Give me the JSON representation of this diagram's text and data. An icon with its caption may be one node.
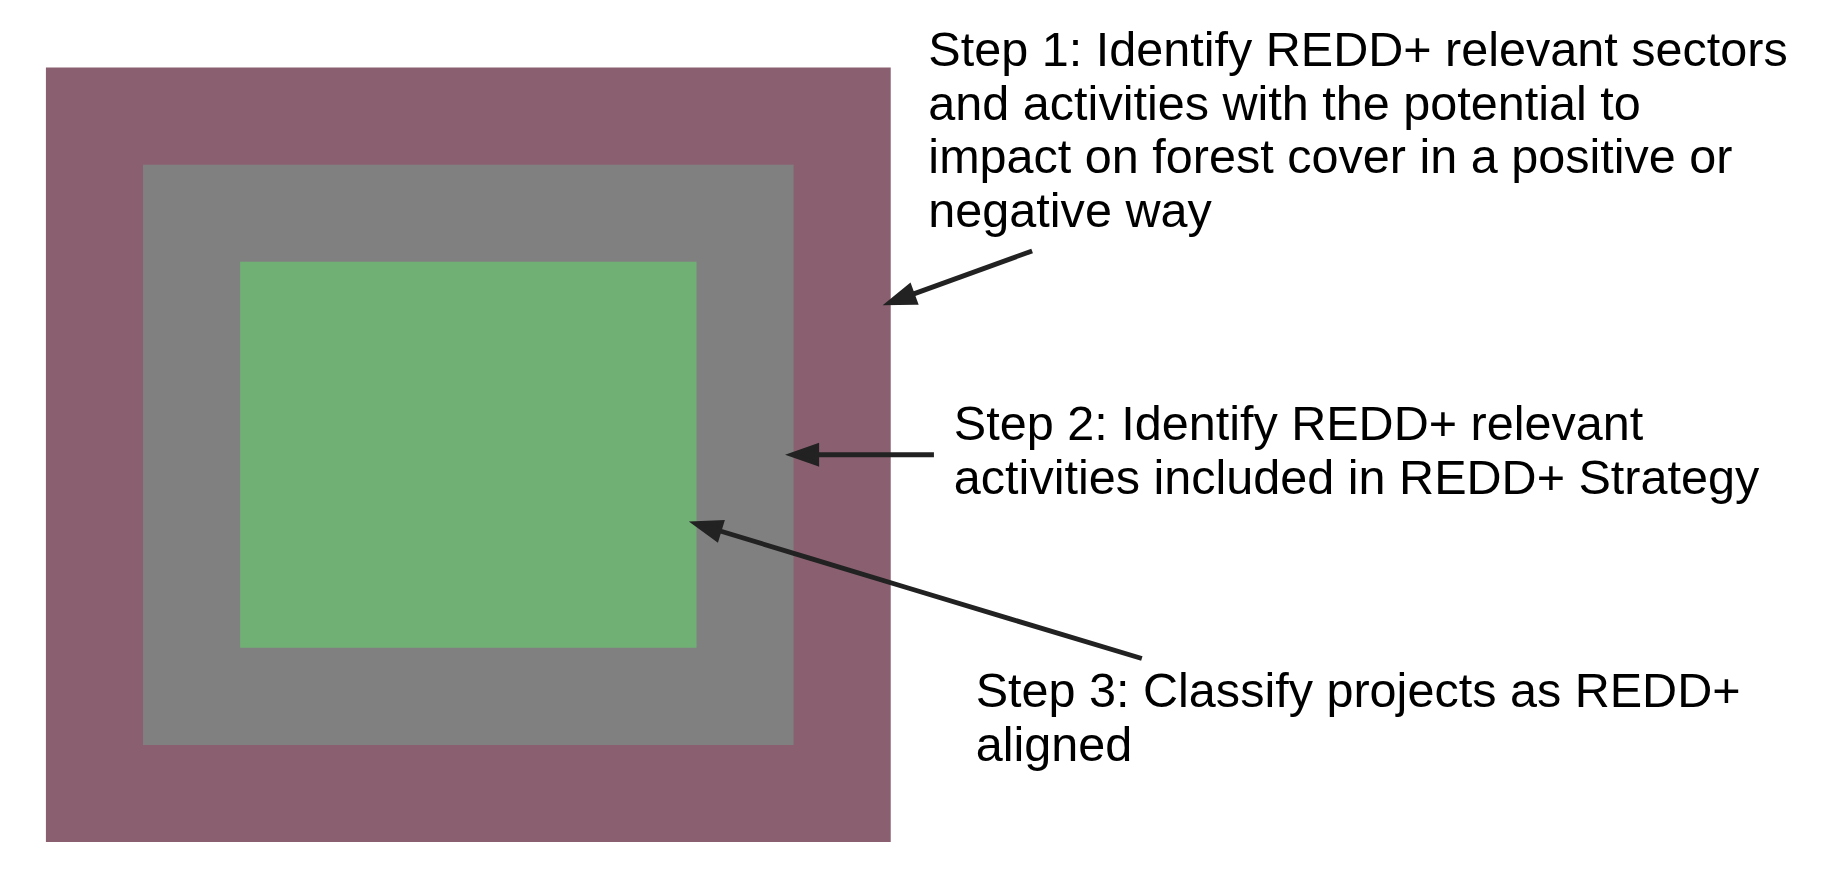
{
  "diagram": {
    "nodes": [
      {
        "text": [],
        "shape": "box"
      },
      {
        "text": [],
        "shape": "box",
        "in": 0
      },
      {
        "text": [],
        "shape": "box",
        "in": 1
      },
      {
        "text": [
          "Step 1: Identify REDD+ relevant sectors and activities with the potential to impact on forest cover in a positive or negative way"
        ]
      },
      {
        "text": [
          "Step 2: Identify REDD+ relevant activities included in REDD+ Strategy"
        ]
      },
      {
        "text": [
          "Step 3: Classify projects as REDD+ aligned"
        ]
      }
    ],
    "edges": [
      {
        "from": 3,
        "to": 0,
        "arrow": "to"
      },
      {
        "from": 4,
        "to": 1,
        "arrow": "to"
      },
      {
        "from": 5,
        "to": 2,
        "arrow": "to"
      }
    ]
  }
}
